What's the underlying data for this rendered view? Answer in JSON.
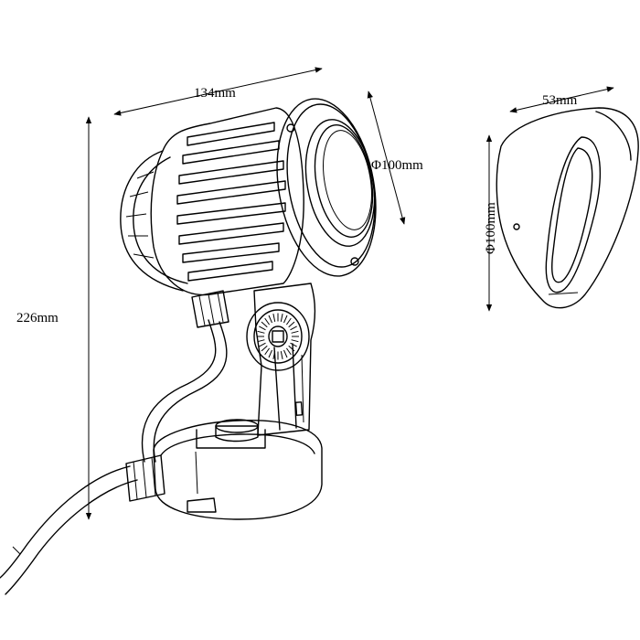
{
  "dimensions": {
    "lamp_width": "134mm",
    "lamp_height": "226mm",
    "lens_diameter": "Φ100mm",
    "shade_depth": "53mm",
    "shade_diameter": "Φ100mm"
  }
}
